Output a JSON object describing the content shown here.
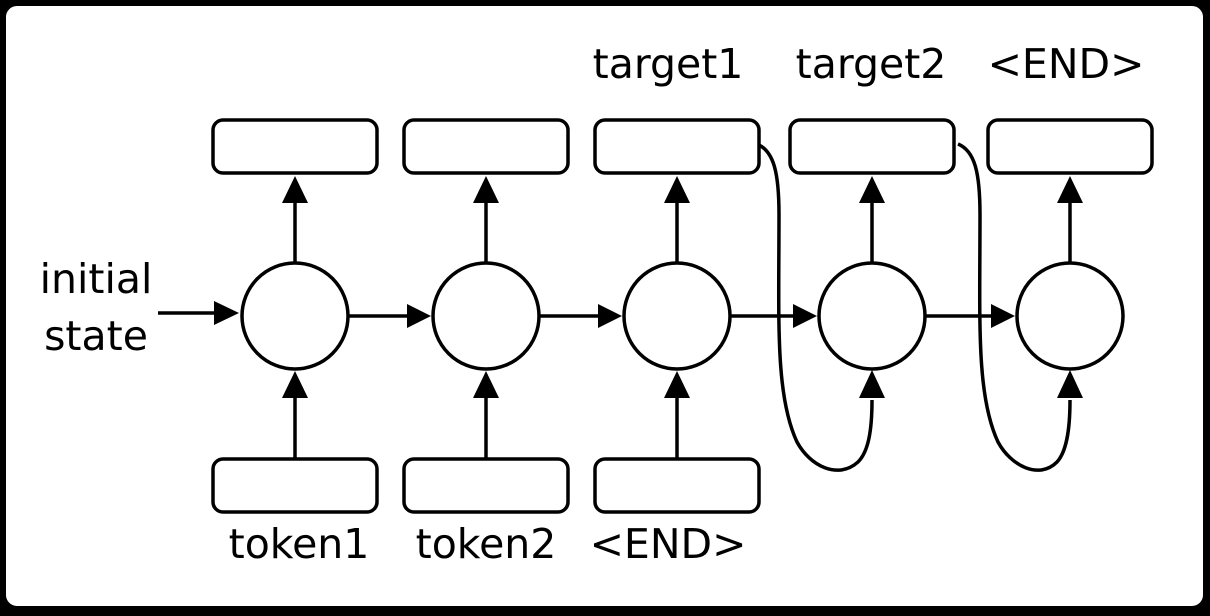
{
  "diagram": {
    "kind": "rnn-sequence-to-sequence",
    "initial_state": {
      "lines": [
        "initial",
        "state"
      ]
    },
    "inputs": [
      "token1",
      "token2",
      "<END>"
    ],
    "outputs": [
      "target1",
      "target2",
      "<END>"
    ],
    "colors": {
      "stroke": "#000000",
      "fill": "#ffffff",
      "background": "#000000"
    }
  }
}
